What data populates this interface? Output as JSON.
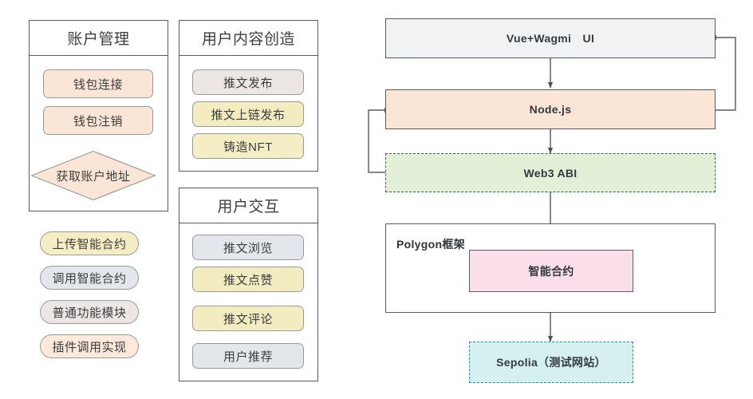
{
  "colors": {
    "peach": "#fbe5d6",
    "peach_light": "#fce9dc",
    "yellow": "#f5eec4",
    "yellow_deep": "#f2ecc0",
    "grey_blue": "#e3e7ec",
    "grey_warm": "#ece7e5",
    "grey_panel": "#f1f2f3",
    "green": "#e3f0d8",
    "pink": "#fadfeb",
    "cyan": "#d6f0ef",
    "stroke_dark": "#555c63",
    "stroke_light": "#9a9a9a",
    "stroke_green": "#2f6b4f",
    "stroke_teal": "#2b8f96",
    "stroke_pink": "#6b5a63",
    "text": "#3d3d3d"
  },
  "left_panel": {
    "cards": [
      {
        "id": "account-management",
        "title": "账户管理",
        "items": [
          {
            "label": "钱包连接",
            "shape": "rect",
            "fill": "#fbe5d6"
          },
          {
            "label": "钱包注销",
            "shape": "rect",
            "fill": "#fbe5d6"
          },
          {
            "label": "获取账户地址",
            "shape": "diamond",
            "fill": "#fbe5d6"
          }
        ]
      },
      {
        "id": "user-content-creation",
        "title": "用户内容创造",
        "items": [
          {
            "label": "推文发布",
            "shape": "rect",
            "fill": "#ece7e5"
          },
          {
            "label": "推文上链发布",
            "shape": "rect",
            "fill": "#f2ecc0"
          },
          {
            "label": "铸造NFT",
            "shape": "rect",
            "fill": "#f5eec4"
          }
        ]
      },
      {
        "id": "user-interaction",
        "title": "用户交互",
        "items": [
          {
            "label": "推文浏览",
            "shape": "rect",
            "fill": "#e3e7ec"
          },
          {
            "label": "推文点赞",
            "shape": "rect",
            "fill": "#f2ecc0"
          },
          {
            "label": "推文评论",
            "shape": "rect",
            "fill": "#f2ecc0"
          },
          {
            "label": "用户推荐",
            "shape": "rect",
            "fill": "#e3e7ec"
          }
        ]
      }
    ],
    "legend_pills": [
      {
        "label": "上传智能合约",
        "fill": "#f5eec4"
      },
      {
        "label": "调用智能合约",
        "fill": "#e3e7ec"
      },
      {
        "label": "普通功能模块",
        "fill": "#ece7e5"
      },
      {
        "label": "插件调用实现",
        "fill": "#fce9dc"
      }
    ]
  },
  "right_flow": {
    "nodes": [
      {
        "id": "ui",
        "label": "Vue+Wagmi　UI",
        "fill": "#f1f2f3",
        "border": "solid"
      },
      {
        "id": "nodejs",
        "label": "Node.js",
        "fill": "#fbe5d6",
        "border": "solid"
      },
      {
        "id": "web3abi",
        "label": "Web3 ABI",
        "fill": "#e3f0d8",
        "border": "dashed"
      },
      {
        "id": "smartcontract",
        "label": "智能合约",
        "fill": "#fadfeb",
        "border": "solid"
      },
      {
        "id": "sepolia",
        "label": "Sepolia（测试网站）",
        "fill": "#d6f0ef",
        "border": "dashed-teal"
      }
    ],
    "group": {
      "id": "polygon-framework",
      "label": "Polygon框架"
    }
  }
}
